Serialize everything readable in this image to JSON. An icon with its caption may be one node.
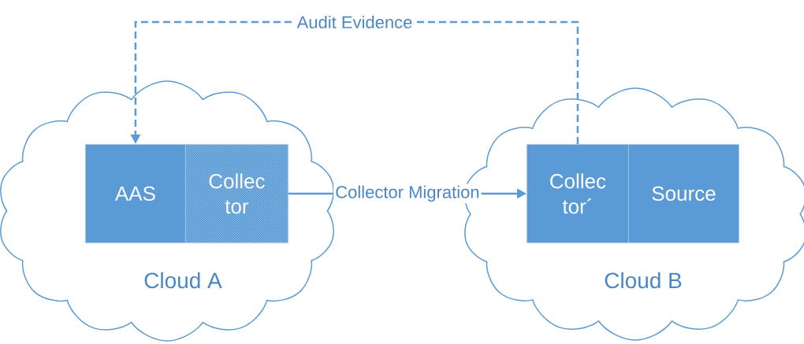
{
  "diagram": {
    "nodes": [
      {
        "text": [
          "Cloud A"
        ]
      },
      {
        "text": [
          "AAS"
        ],
        "in": 0
      },
      {
        "text": [
          "Collec tor"
        ],
        "in": 0
      },
      {
        "text": [
          "Cloud B"
        ]
      },
      {
        "text": [
          "Collec tor´"
        ],
        "in": 3
      },
      {
        "text": [
          "Source"
        ],
        "in": 3
      }
    ],
    "edges": [
      {
        "from": 2,
        "to": 4,
        "arrow": "to",
        "label": "Collector Migration"
      },
      {
        "from": 4,
        "to": 1,
        "arrow": "to",
        "label": "Audit Evidence",
        "style": "dashed"
      }
    ]
  }
}
